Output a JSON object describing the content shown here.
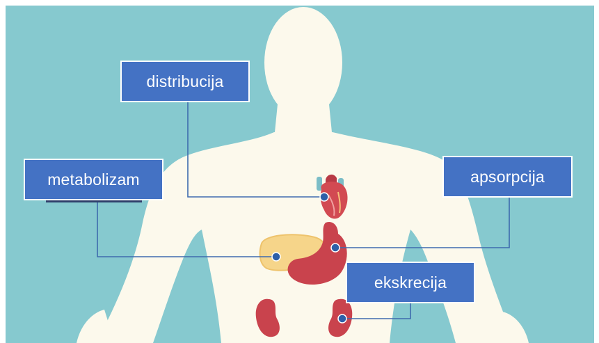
{
  "labels": {
    "distribucija": "distribucija",
    "metabolizam": "metabolizam",
    "apsorpcija": "apsorpcija",
    "ekskrecija": "ekskrecija"
  },
  "colors": {
    "background": "#86c9cf",
    "body": "#fcf9ec",
    "label_box": "#4472c4",
    "connector": "#3e6bae",
    "organ_red": "#c9434d",
    "liver": "#f6d58a",
    "dot": "#2e5fa8"
  }
}
